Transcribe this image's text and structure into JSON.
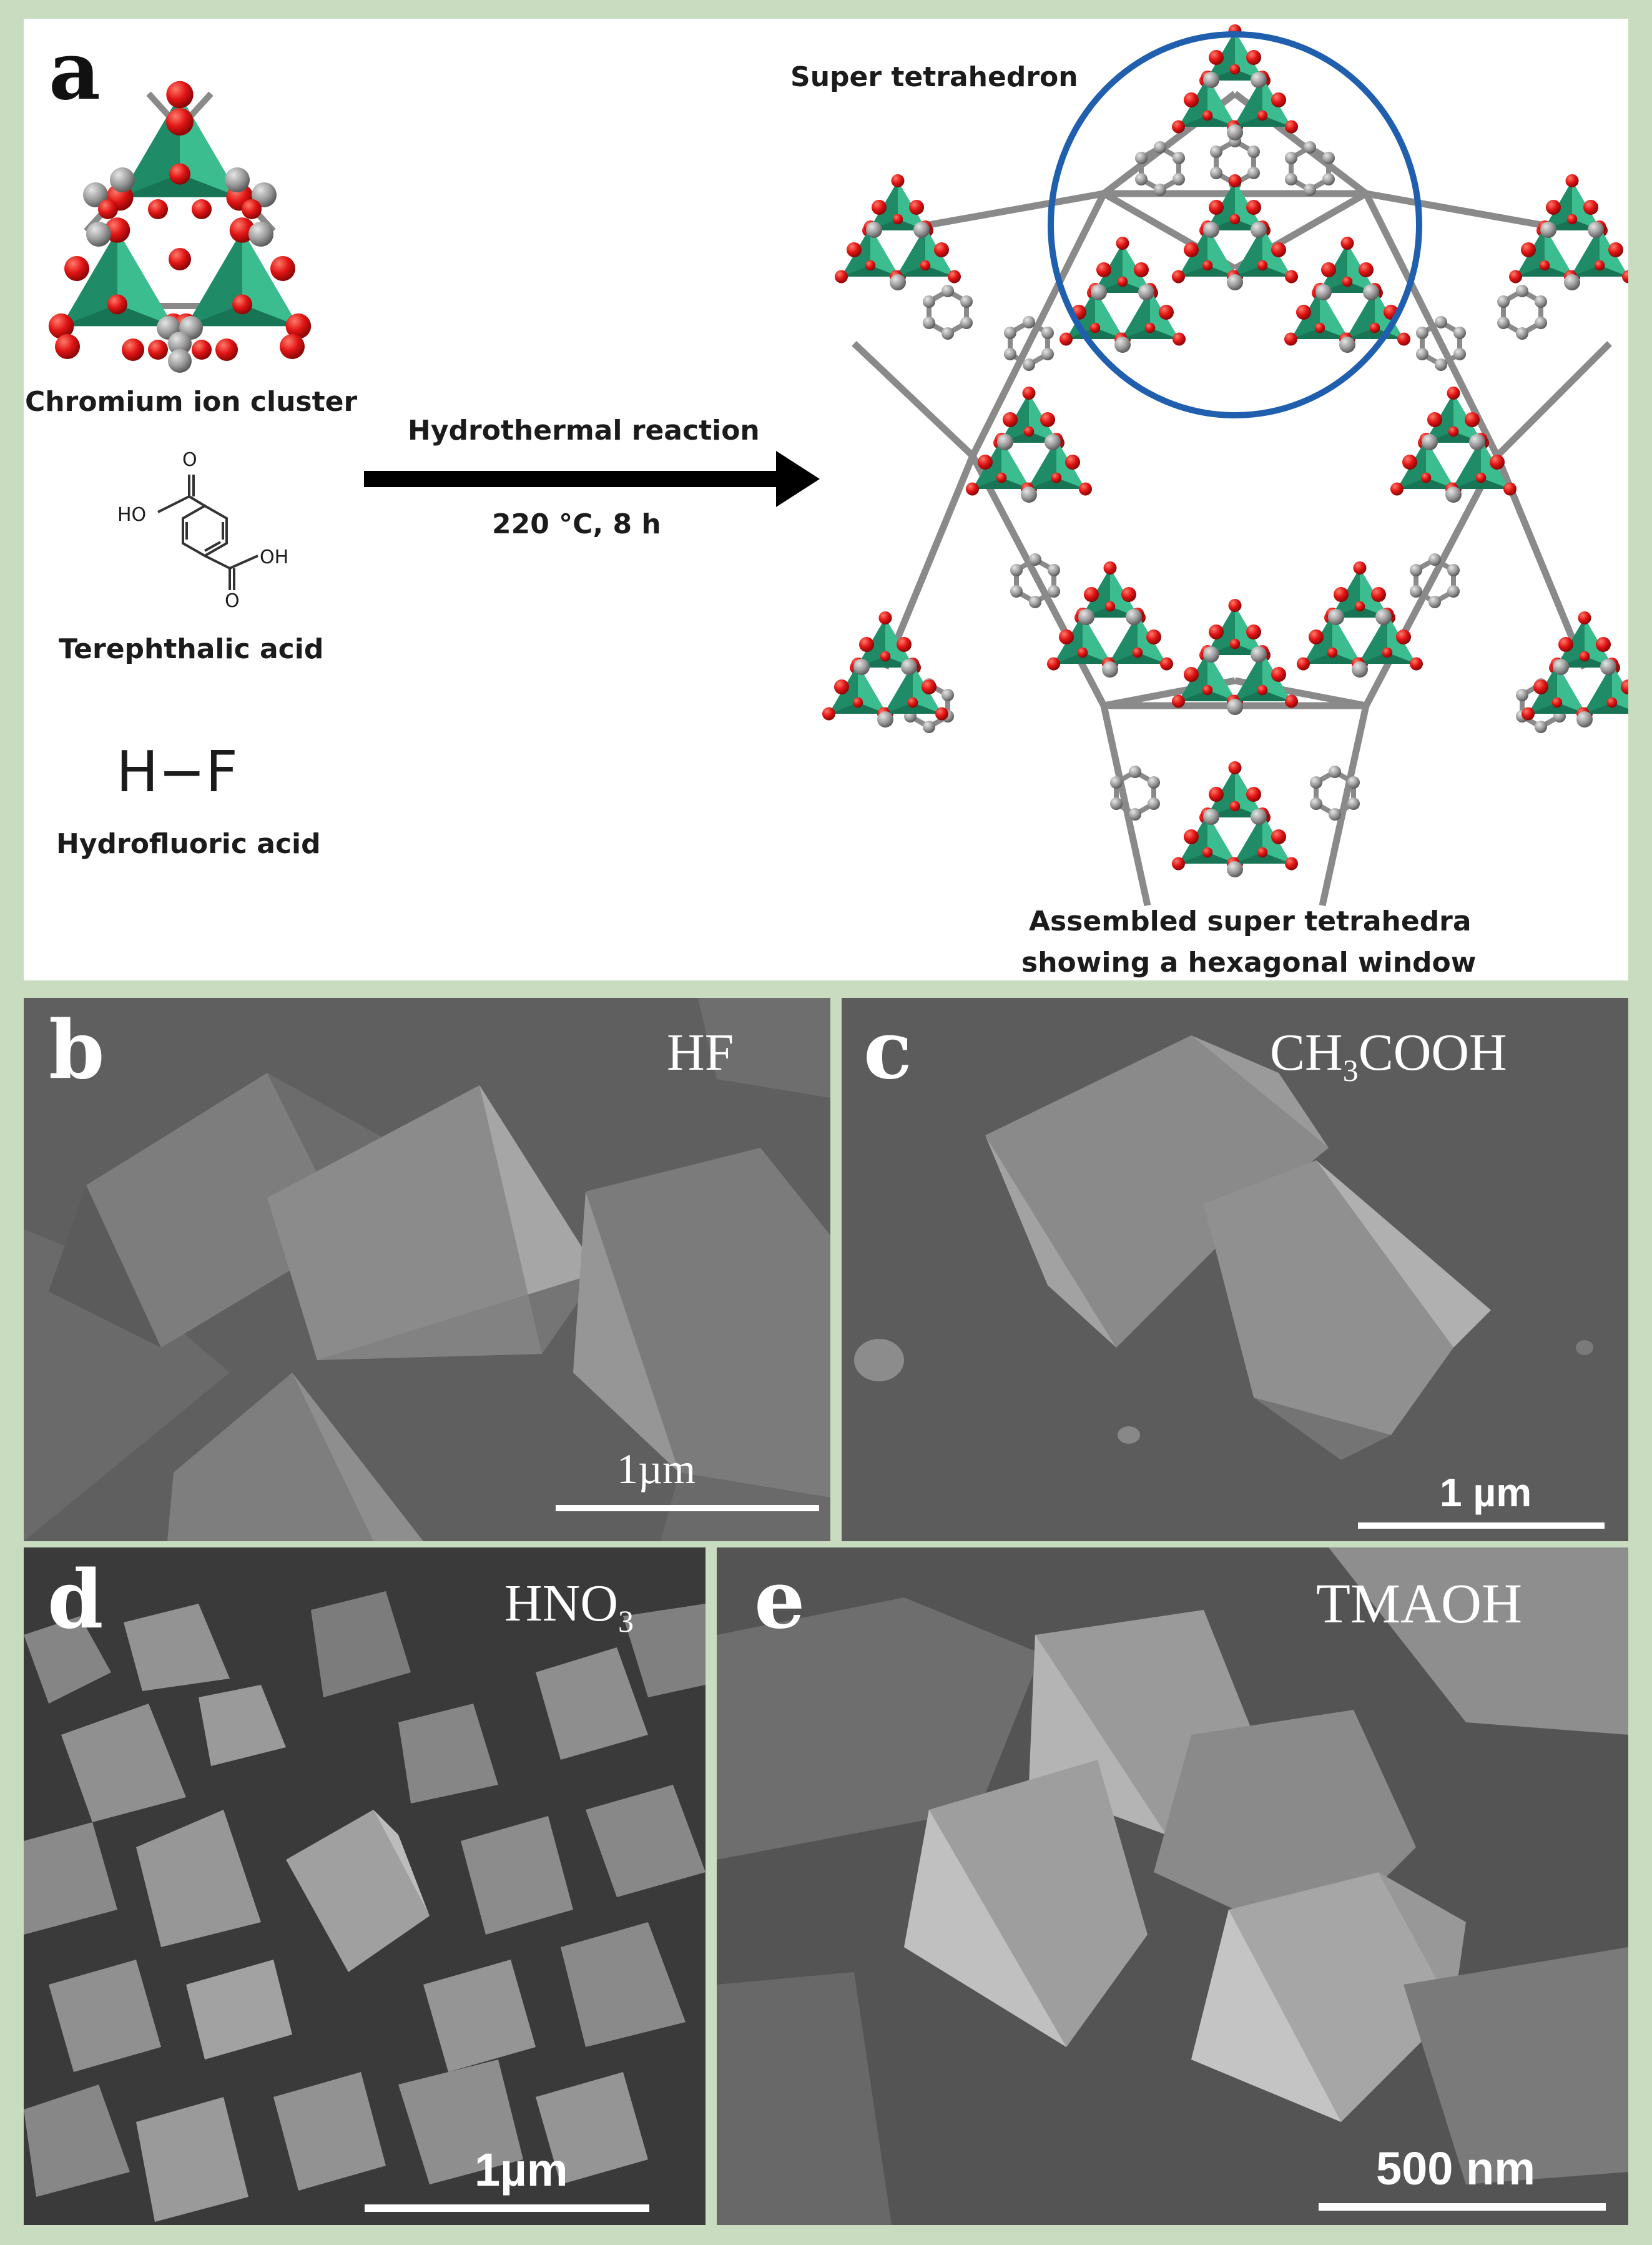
{
  "panel_a": {
    "letter": "a",
    "cluster_label": "Chromium ion cluster",
    "linker_label": "Terephthalic acid",
    "linker_ho": "HO",
    "linker_oh": "OH",
    "linker_o": "O",
    "acid_formula": "H−F",
    "acid_label": "Hydrofluoric acid",
    "reaction_label": "Hydrothermal reaction",
    "conditions": "220 °C, 8 h",
    "super_label": "Super tetrahedron",
    "assembled_line1": "Assembled super tetrahedra",
    "assembled_line2": "showing a hexagonal window"
  },
  "panel_b": {
    "letter": "b",
    "tag": "HF",
    "scale": "1µm"
  },
  "panel_c": {
    "letter": "c",
    "tag_main": "CH",
    "tag_sub": "3",
    "tag_rest": "COOH",
    "scale": "1 µm"
  },
  "panel_d": {
    "letter": "d",
    "tag_main": "HNO",
    "tag_sub": "3",
    "scale": "1µm"
  },
  "panel_e": {
    "letter": "e",
    "tag": "TMAOH",
    "scale": "500 nm"
  },
  "colors": {
    "polyhedron": "#1f9a70",
    "oxygen": "#e01414",
    "carbon": "#9a9a9a",
    "circle": "#1f5fae",
    "frame": "#c9dcc0"
  }
}
